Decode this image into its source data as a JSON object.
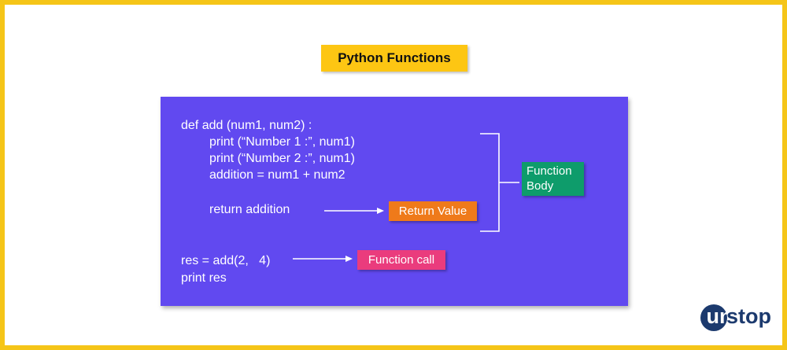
{
  "title": "Python Functions",
  "code": {
    "line1": "def add (num1, num2) :",
    "line2": "print (“Number 1 :”, num1)",
    "line3": "print (“Number 2 :”, num1)",
    "line4": "addition = num1 + num2",
    "line5": "return addition",
    "line6": "res = add(2,   4)",
    "line7": "print res"
  },
  "labels": {
    "return_value": "Return Value",
    "function_body": "Function\nBody",
    "function_call": "Function call"
  },
  "logo": {
    "first": "un",
    "rest": "stop"
  },
  "colors": {
    "border": "#f5c518",
    "title_bg": "#fdc613",
    "panel": "#6149f0",
    "return_tag": "#ef7a1a",
    "body_tag": "#0e9c6b",
    "call_tag": "#ea3c7d",
    "logo": "#1c3a6e"
  }
}
